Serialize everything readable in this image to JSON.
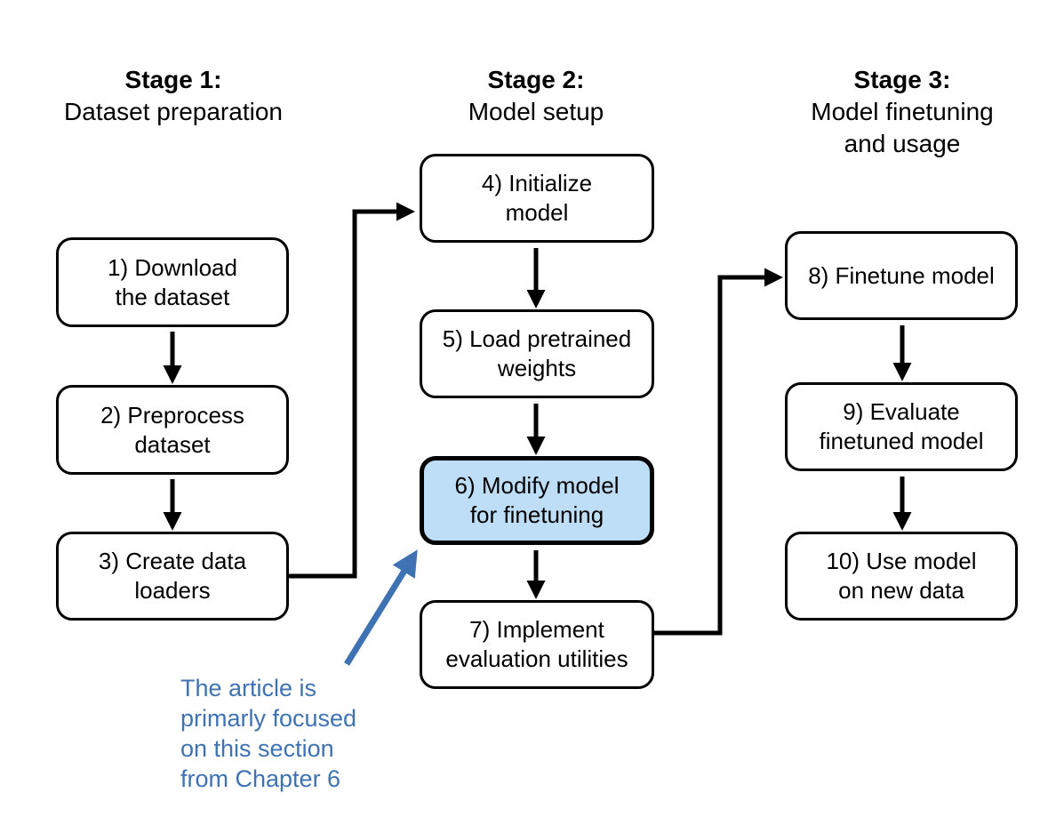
{
  "stages": [
    {
      "title": "Stage 1:",
      "subtitle": [
        "Dataset preparation"
      ]
    },
    {
      "title": "Stage 2:",
      "subtitle": [
        "Model setup"
      ]
    },
    {
      "title": "Stage 3:",
      "subtitle": [
        "Model finetuning",
        "and usage"
      ]
    }
  ],
  "boxes": [
    {
      "lines": [
        "1) Download",
        "the dataset"
      ],
      "highlighted": false
    },
    {
      "lines": [
        "2) Preprocess",
        "dataset"
      ],
      "highlighted": false
    },
    {
      "lines": [
        "3) Create data",
        "loaders"
      ],
      "highlighted": false
    },
    {
      "lines": [
        "4) Initialize",
        "model"
      ],
      "highlighted": false
    },
    {
      "lines": [
        "5) Load pretrained",
        "weights"
      ],
      "highlighted": false
    },
    {
      "lines": [
        "6) Modify model",
        "for finetuning"
      ],
      "highlighted": true
    },
    {
      "lines": [
        "7) Implement",
        "evaluation utilities"
      ],
      "highlighted": false
    },
    {
      "lines": [
        "8) Finetune model"
      ],
      "highlighted": false
    },
    {
      "lines": [
        "9) Evaluate",
        "finetuned model"
      ],
      "highlighted": false
    },
    {
      "lines": [
        "10) Use model",
        "on new data"
      ],
      "highlighted": false
    }
  ],
  "annotation": {
    "lines": [
      "The article is",
      "primarly focused",
      "on this section",
      "from Chapter 6"
    ]
  },
  "colors": {
    "background": "#FFFFFF",
    "highlight_fill": "#BEDDF6",
    "annotation_blue": "#3F72B2",
    "arrow_black": "#000000",
    "box_border": "#000000"
  }
}
